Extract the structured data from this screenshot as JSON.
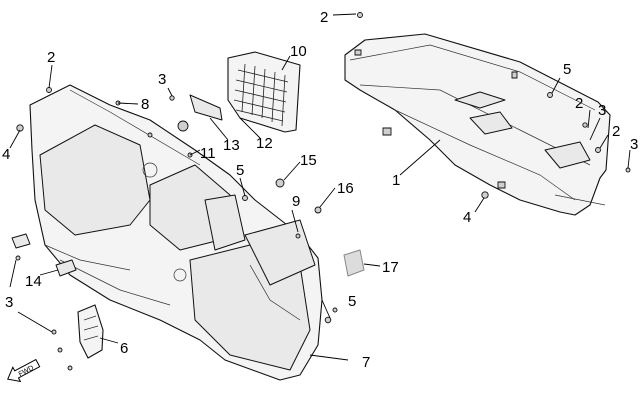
{
  "diagram": {
    "callouts": [
      "1",
      "2",
      "3",
      "4",
      "5",
      "6",
      "7",
      "8",
      "9",
      "10",
      "11",
      "12",
      "13",
      "14",
      "15",
      "16",
      "17"
    ],
    "fwd_label": "FWD"
  }
}
